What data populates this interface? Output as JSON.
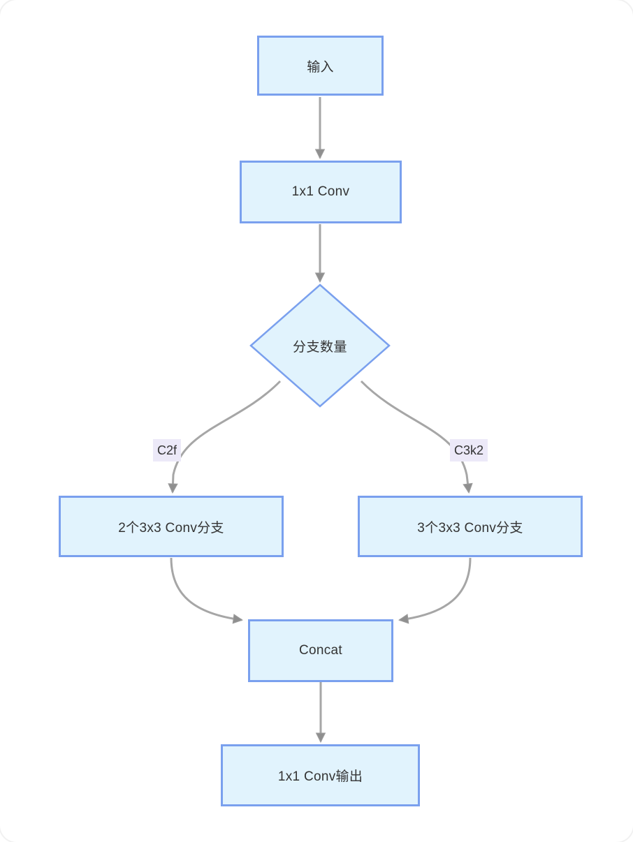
{
  "diagram": {
    "type": "flowchart",
    "direction": "top-down",
    "colors": {
      "node_fill": "#e1f3fd",
      "node_border": "#7aa0ee",
      "edge_line": "#a6a6a6",
      "arrowhead": "#8f8f8f",
      "edge_label_bg": "#ece9f8",
      "text": "#333333",
      "page_background": "#ffffff"
    },
    "nodes": [
      {
        "id": "input",
        "shape": "rect",
        "label": "输入"
      },
      {
        "id": "conv-1x1",
        "shape": "rect",
        "label": "1x1 Conv"
      },
      {
        "id": "branch-count",
        "shape": "diamond",
        "label": "分支数量"
      },
      {
        "id": "c2f-branch",
        "shape": "rect",
        "label": "2个3x3 Conv分支"
      },
      {
        "id": "c3k2-branch",
        "shape": "rect",
        "label": "3个3x3 Conv分支"
      },
      {
        "id": "concat",
        "shape": "rect",
        "label": "Concat"
      },
      {
        "id": "output",
        "shape": "rect",
        "label": "1x1 Conv输出"
      }
    ],
    "edges": [
      {
        "from": "input",
        "to": "conv-1x1",
        "label": ""
      },
      {
        "from": "conv-1x1",
        "to": "branch-count",
        "label": ""
      },
      {
        "from": "branch-count",
        "to": "c2f-branch",
        "label": "C2f"
      },
      {
        "from": "branch-count",
        "to": "c3k2-branch",
        "label": "C3k2"
      },
      {
        "from": "c2f-branch",
        "to": "concat",
        "label": ""
      },
      {
        "from": "c3k2-branch",
        "to": "concat",
        "label": ""
      },
      {
        "from": "concat",
        "to": "output",
        "label": ""
      }
    ]
  }
}
